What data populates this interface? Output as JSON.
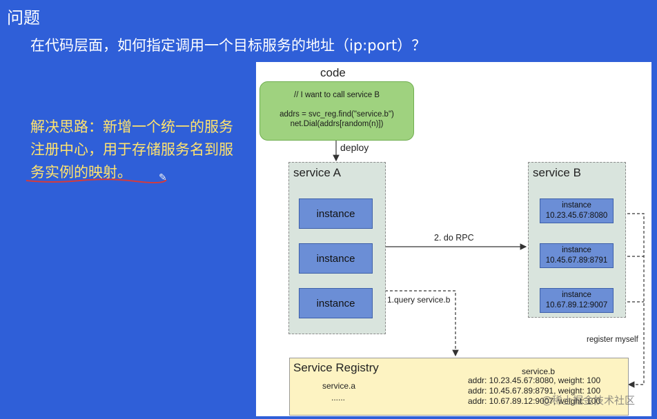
{
  "slide": {
    "title": "问题",
    "question": "在代码层面，如何指定调用一个目标服务的地址（ip:port）？",
    "solution_text": "解决思路：新增一个统一的服务注册中心，用于存储服务名到服务实例的映射。"
  },
  "diagram": {
    "code_label": "code",
    "code_lines": [
      "// I want to call service B",
      "addrs = svc_reg.find(\"service.b\")",
      "net.Dial(addrs[random(n)])"
    ],
    "deploy_label": "deploy",
    "service_a": {
      "title": "service A",
      "instances": [
        "instance",
        "instance",
        "instance"
      ]
    },
    "service_b": {
      "title": "service B",
      "instances": [
        {
          "label": "instance",
          "addr": "10.23.45.67:8080"
        },
        {
          "label": "instance",
          "addr": "10.45.67.89:8791"
        },
        {
          "label": "instance",
          "addr": "10.67.89.12:9007"
        }
      ]
    },
    "rpc_label": "2. do RPC",
    "query_label": "1.query service.b",
    "register_label": "register myself",
    "registry": {
      "title": "Service Registry",
      "service_a": "service.a",
      "dots": "......",
      "service_b": "service.b",
      "entries": [
        "addr: 10.23.45.67:8080, weight: 100",
        "addr: 10.45.67.89:8791, weight: 100",
        "addr: 10.67.89.12:9007, weight: 100"
      ]
    }
  },
  "watermark": "@稀土掘金技术社区"
}
